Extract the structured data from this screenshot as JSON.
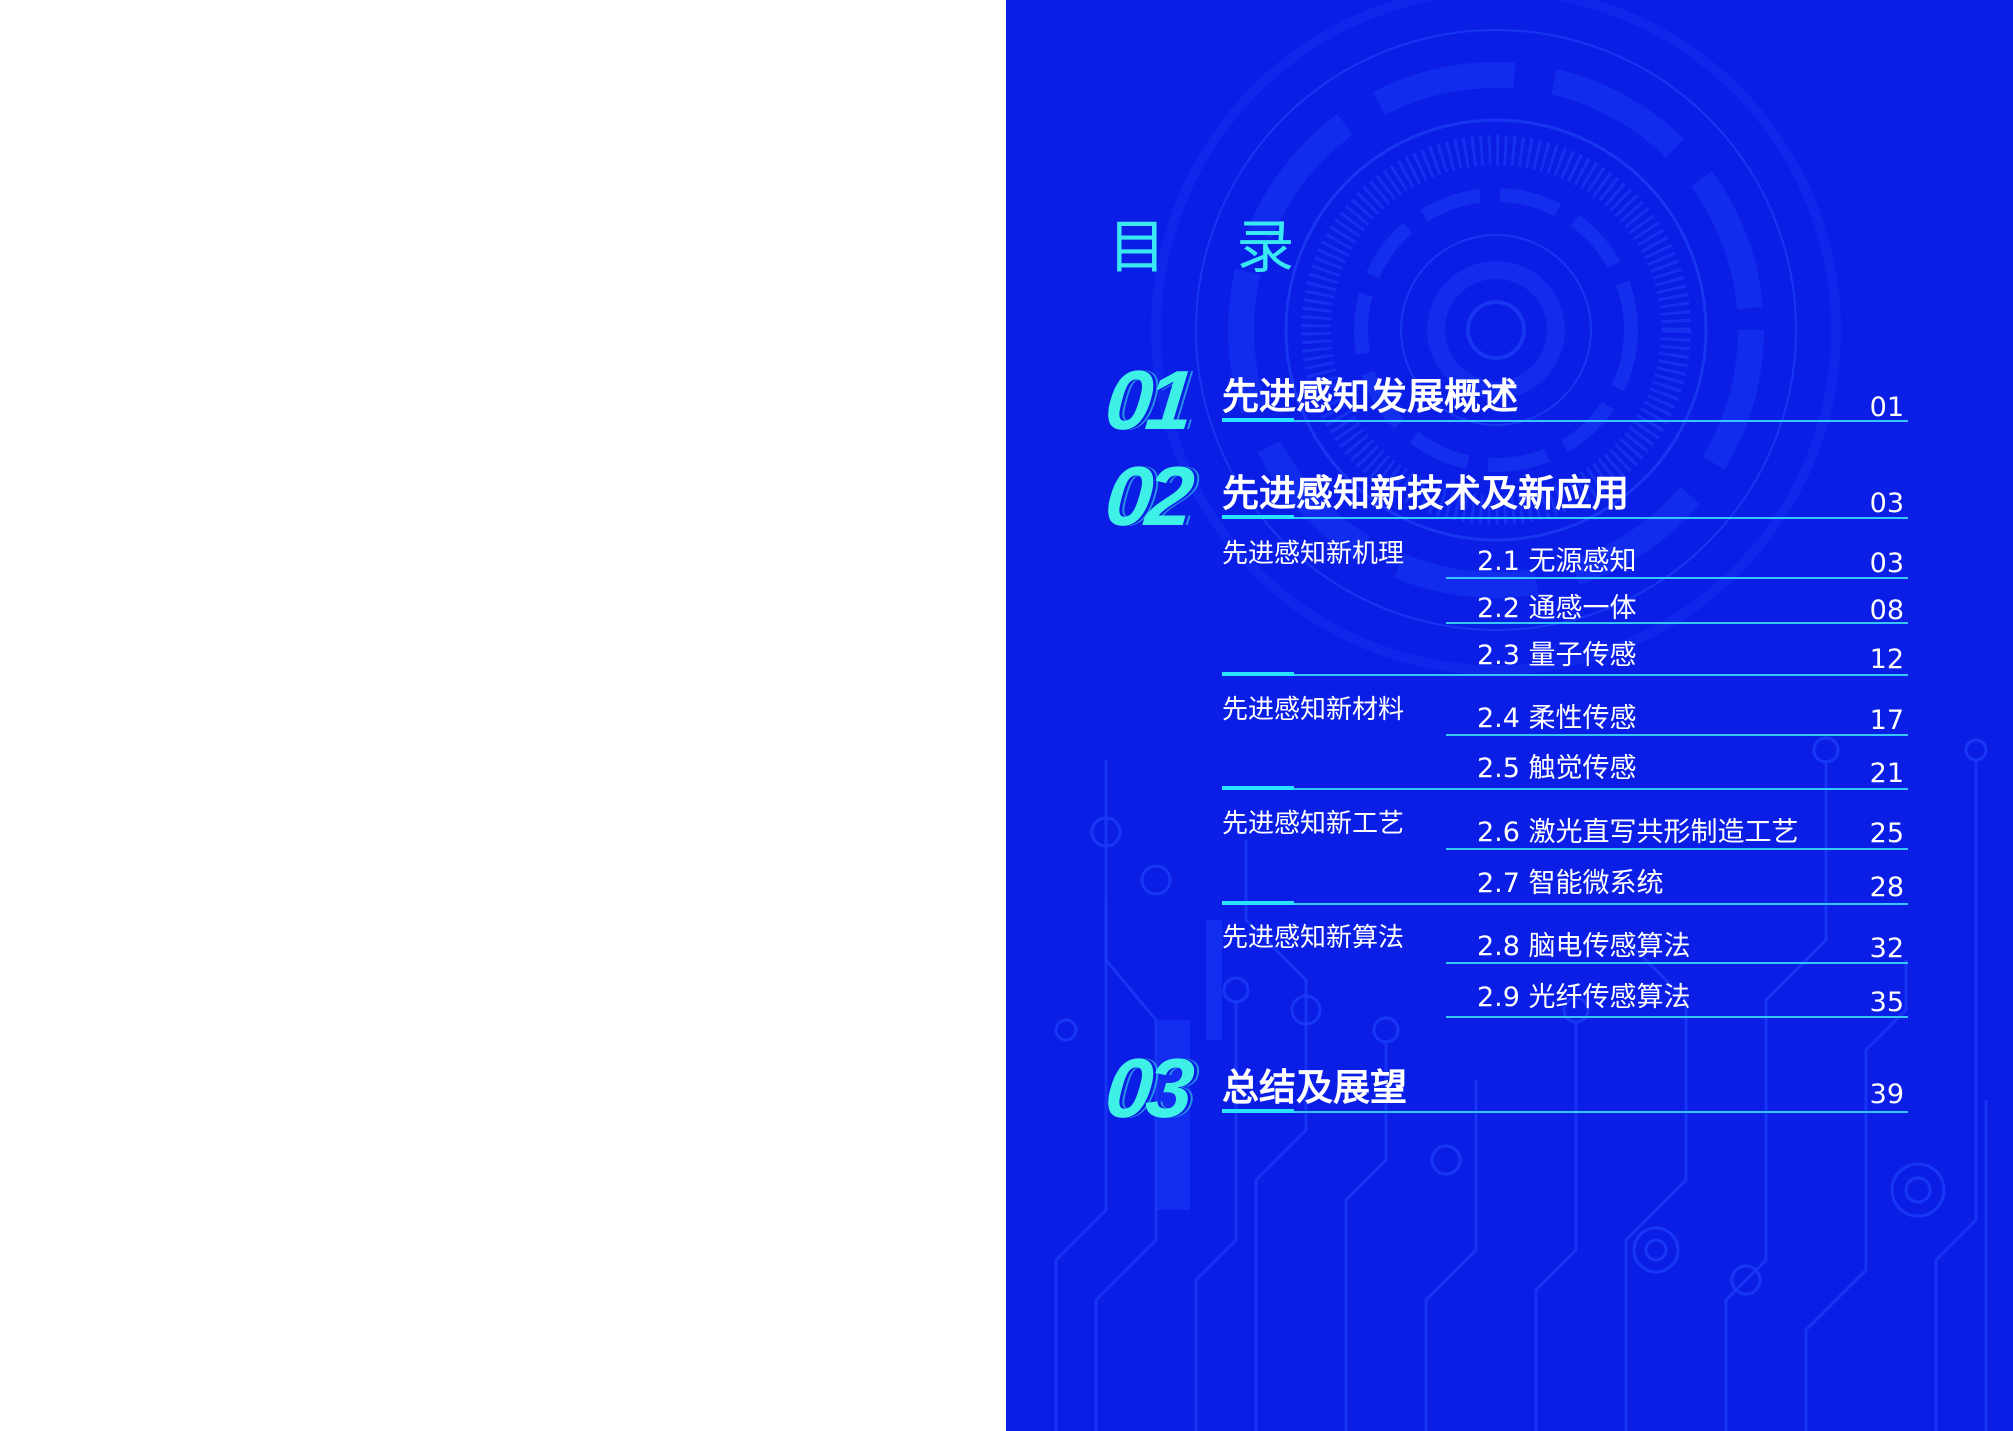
{
  "toc": {
    "title": "目 录",
    "chapters": [
      {
        "num": "01",
        "title": "先进感知发展概述",
        "page": "01"
      },
      {
        "num": "02",
        "title": "先进感知新技术及新应用",
        "page": "03"
      },
      {
        "num": "03",
        "title": "总结及展望",
        "page": "39"
      }
    ],
    "groups": [
      {
        "title": "先进感知新机理",
        "items": [
          {
            "label": "2.1 无源感知",
            "page": "03"
          },
          {
            "label": "2.2 通感一体",
            "page": "08"
          },
          {
            "label": "2.3 量子传感",
            "page": "12"
          }
        ]
      },
      {
        "title": "先进感知新材料",
        "items": [
          {
            "label": "2.4 柔性传感",
            "page": "17"
          },
          {
            "label": "2.5 触觉传感",
            "page": "21"
          }
        ]
      },
      {
        "title": "先进感知新工艺",
        "items": [
          {
            "label": "2.6 激光直写共形制造工艺",
            "page": "25"
          },
          {
            "label": "2.7 智能微系统",
            "page": "28"
          }
        ]
      },
      {
        "title": "先进感知新算法",
        "items": [
          {
            "label": "2.8 脑电传感算法",
            "page": "32"
          },
          {
            "label": "2.9 光纤传感算法",
            "page": "35"
          }
        ]
      }
    ]
  },
  "colors": {
    "page_background": "#0a1ee6",
    "accent_cyan": "#3ff0e6",
    "rule": "#36c6ff",
    "text": "#ffffff"
  }
}
